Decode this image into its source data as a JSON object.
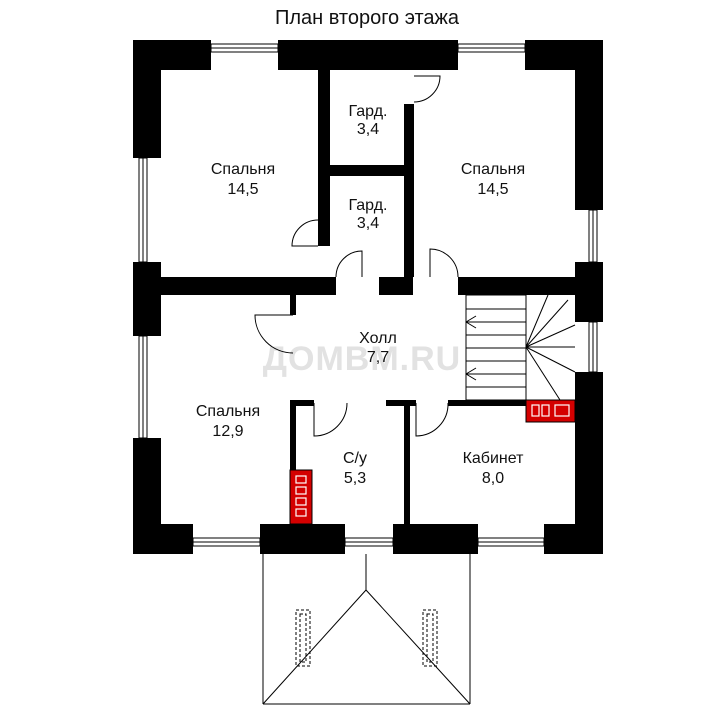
{
  "title": "План второго этажа",
  "watermark": "ДОМВМ.RU",
  "rooms": {
    "bedroom_nw": {
      "name": "Спальня",
      "area": "14,5"
    },
    "wardrobe_1": {
      "name": "Гард.",
      "area": "3,4"
    },
    "wardrobe_2": {
      "name": "Гард.",
      "area": "3,4"
    },
    "bedroom_ne": {
      "name": "Спальня",
      "area": "14,5"
    },
    "hall": {
      "name": "Холл",
      "area": "7,7"
    },
    "bedroom_sw": {
      "name": "Спальня",
      "area": "12,9"
    },
    "bathroom": {
      "name": "С/у",
      "area": "5,3"
    },
    "study": {
      "name": "Кабинет",
      "area": "8,0"
    }
  },
  "colors": {
    "wall": "#000000",
    "flue": "#d40000",
    "watermark": "#e2e2e2"
  }
}
